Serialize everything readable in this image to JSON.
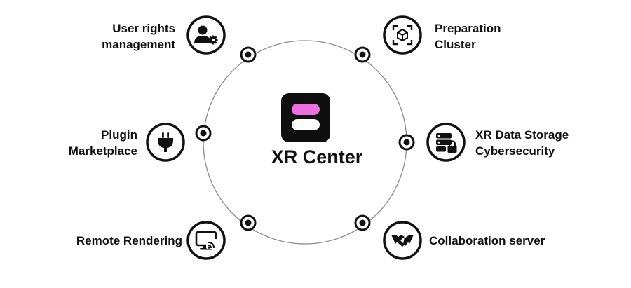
{
  "center": {
    "title": "XR Center",
    "logo_icon": "xr-center-logo",
    "logo_colors": {
      "background": "#0f0f0f",
      "top_pill": "#ee6fe0",
      "bottom_pill": "#ffffff"
    }
  },
  "nodes": [
    {
      "id": "user-rights",
      "lines": [
        "User rights",
        "management"
      ],
      "icon": "user-gear-icon"
    },
    {
      "id": "preparation",
      "lines": [
        "Preparation",
        "Cluster"
      ],
      "icon": "cube-scan-icon"
    },
    {
      "id": "plugin",
      "lines": [
        "Plugin",
        "Marketplace"
      ],
      "icon": "plug-icon"
    },
    {
      "id": "xr-storage",
      "lines": [
        "XR Data Storage",
        "Cybersecurity"
      ],
      "icon": "server-lock-icon"
    },
    {
      "id": "remote",
      "lines": [
        "Remote Rendering"
      ],
      "icon": "monitor-cast-icon"
    },
    {
      "id": "collab",
      "lines": [
        "Collaboration server"
      ],
      "icon": "handshake-icon"
    }
  ],
  "colors": {
    "ring": "#8a8a8a",
    "ink": "#111111",
    "background": "#ffffff"
  }
}
